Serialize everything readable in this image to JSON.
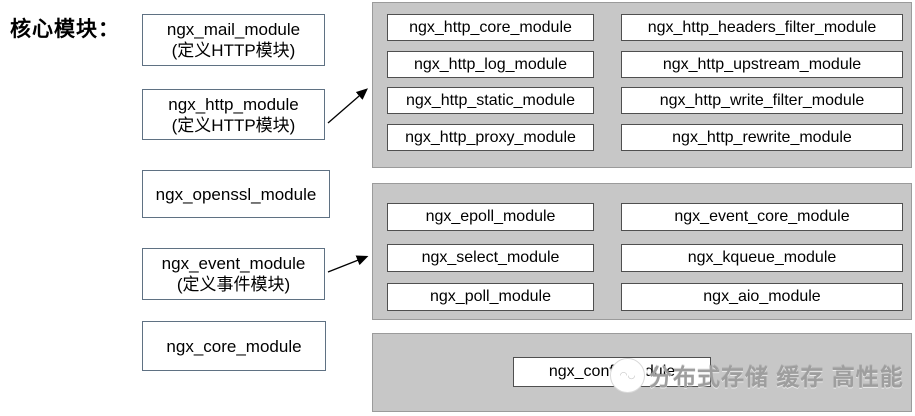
{
  "page": {
    "label": "核心模块："
  },
  "left_column": {
    "boxes": [
      {
        "name": "ngx_mail_module",
        "subtitle": "(定义HTTP模块)"
      },
      {
        "name": "ngx_http_module",
        "subtitle": "(定义HTTP模块)"
      },
      {
        "name": "ngx_openssl_module",
        "subtitle": ""
      },
      {
        "name": "ngx_event_module",
        "subtitle": "(定义事件模块)"
      },
      {
        "name": "ngx_core_module",
        "subtitle": ""
      }
    ]
  },
  "panels": {
    "http_modules": {
      "col1": [
        "ngx_http_core_module",
        "ngx_http_log_module",
        "ngx_http_static_module",
        "ngx_http_proxy_module"
      ],
      "col2": [
        "ngx_http_headers_filter_module",
        "ngx_http_upstream_module",
        "ngx_http_write_filter_module",
        "ngx_http_rewrite_module"
      ]
    },
    "event_modules": {
      "col1": [
        "ngx_epoll_module",
        "ngx_select_module",
        "ngx_poll_module"
      ],
      "col2": [
        "ngx_event_core_module",
        "ngx_kqueue_module",
        "ngx_aio_module"
      ]
    },
    "conf_modules": {
      "col1": [
        "ngx_conf_module"
      ]
    }
  },
  "watermark": {
    "text": "分布式存储 缓存 高性能"
  },
  "colors": {
    "panel_bg": "#c7c7c7",
    "panel_border": "#9b9b9b",
    "module_box_border": "#4f4f4f",
    "left_box_border": "#5f7183",
    "arrow": "#000000",
    "watermark_text": "#9e9e9e"
  }
}
